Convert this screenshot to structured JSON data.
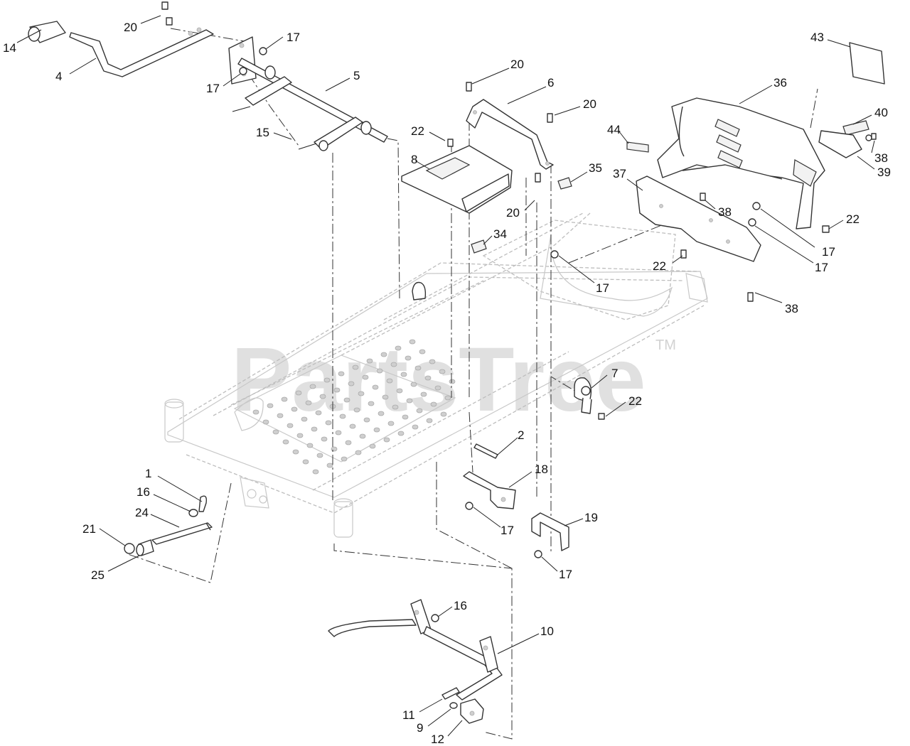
{
  "watermark": {
    "text": "PartsTree",
    "trademark": "TM"
  },
  "callouts": {
    "c1": "1",
    "c2": "2",
    "c4": "4",
    "c5": "5",
    "c6": "6",
    "c7": "7",
    "c8": "8",
    "c9": "9",
    "c10": "10",
    "c11": "11",
    "c12": "12",
    "c14": "14",
    "c15": "15",
    "c16a": "16",
    "c16b": "16",
    "c17a": "17",
    "c17b": "17",
    "c17c": "17",
    "c17d": "17",
    "c17e": "17",
    "c17f": "17",
    "c17g": "17",
    "c18": "18",
    "c19": "19",
    "c20a": "20",
    "c20b": "20",
    "c20c": "20",
    "c20d": "20",
    "c21": "21",
    "c22a": "22",
    "c22b": "22",
    "c22c": "22",
    "c22d": "22",
    "c24": "24",
    "c25": "25",
    "c34": "34",
    "c35": "35",
    "c36": "36",
    "c37": "37",
    "c38a": "38",
    "c38b": "38",
    "c38c": "38",
    "c39": "39",
    "c40": "40",
    "c43": "43",
    "c44": "44"
  }
}
